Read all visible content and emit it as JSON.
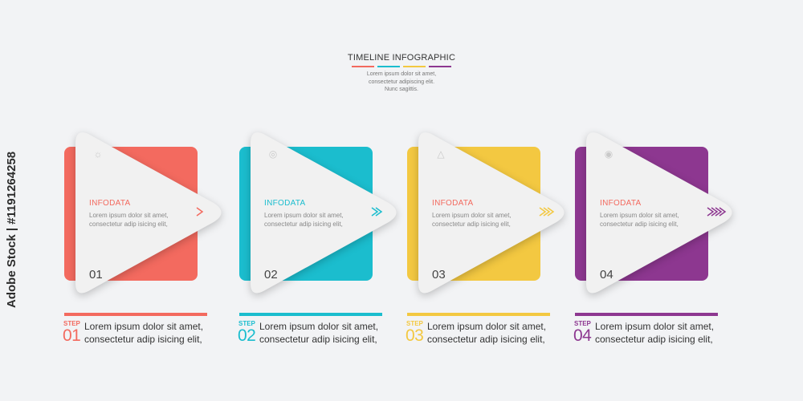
{
  "header": {
    "title": "TIMELINE INFOGRAPHIC",
    "description": "Lorem ipsum dolor sit amet,\nconsectetur adipiscing elit.\nNunc sagittis."
  },
  "colors": {
    "step1": "#f36a5f",
    "step2": "#1bbdce",
    "step3": "#f3c841",
    "step4": "#8d3790",
    "triangle": "#f1f1f1",
    "background": "#f2f3f5"
  },
  "cards": [
    {
      "icon": "lightbulb-icon",
      "title": "INFODATA",
      "desc": "Lorem ipsum dolor sit amet,\nconsectetur adip isicing elit,",
      "number": "01",
      "chevrons": 1
    },
    {
      "icon": "globe-icon",
      "title": "INFODATA",
      "desc": "Lorem ipsum dolor sit amet,\nconsectetur adip isicing elit,",
      "number": "02",
      "chevrons": 2
    },
    {
      "icon": "flask-icon",
      "title": "INFODATA",
      "desc": "Lorem ipsum dolor sit amet,\nconsectetur adip isicing elit,",
      "number": "03",
      "chevrons": 3
    },
    {
      "icon": "target-icon",
      "title": "INFODATA",
      "desc": "Lorem ipsum dolor sit amet,\nconsectetur adip isicing elit,",
      "number": "04",
      "chevrons": 4
    }
  ],
  "steps": [
    {
      "label": "STEP",
      "number": "01",
      "text": "Lorem ipsum dolor sit amet,\nconsectetur adip isicing elit,"
    },
    {
      "label": "STEP",
      "number": "02",
      "text": "Lorem ipsum dolor sit amet,\nconsectetur adip isicing elit,"
    },
    {
      "label": "STEP",
      "number": "03",
      "text": "Lorem ipsum dolor sit amet,\nconsectetur adip isicing elit,"
    },
    {
      "label": "STEP",
      "number": "04",
      "text": "Lorem ipsum dolor sit amet,\nconsectetur adip isicing elit,"
    }
  ],
  "watermark": "Adobe Stock | #1191264258"
}
